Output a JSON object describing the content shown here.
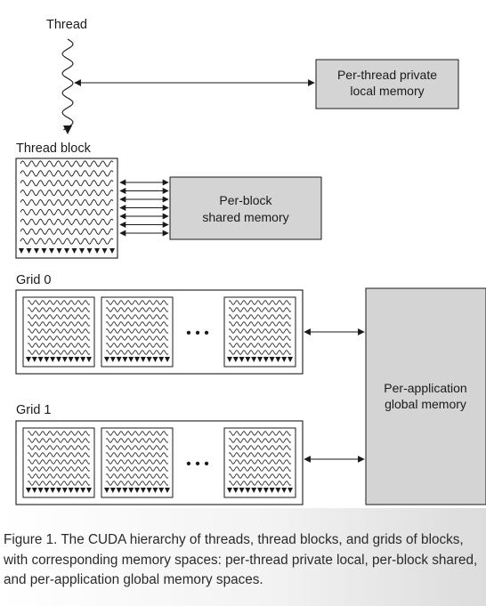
{
  "diagram": {
    "thread_label": "Thread",
    "thread_memory_label": [
      "Per-thread private",
      "local memory"
    ],
    "block_label": "Thread block",
    "block_memory_label": [
      "Per-block",
      "shared memory"
    ],
    "grids": [
      {
        "label": "Grid 0"
      },
      {
        "label": "Grid 1"
      }
    ],
    "ellipsis": "• • •",
    "global_memory_label": [
      "Per-application",
      "global memory"
    ]
  },
  "caption": {
    "text": "Figure 1. The CUDA hierarchy of threads, thread blocks, and grids of blocks, with corresponding memory spaces: per-thread private local, per-block shared, and per-application global memory spaces."
  },
  "colors": {
    "memory_box": "#d4d4d4",
    "stroke": "#1a1a1a"
  }
}
